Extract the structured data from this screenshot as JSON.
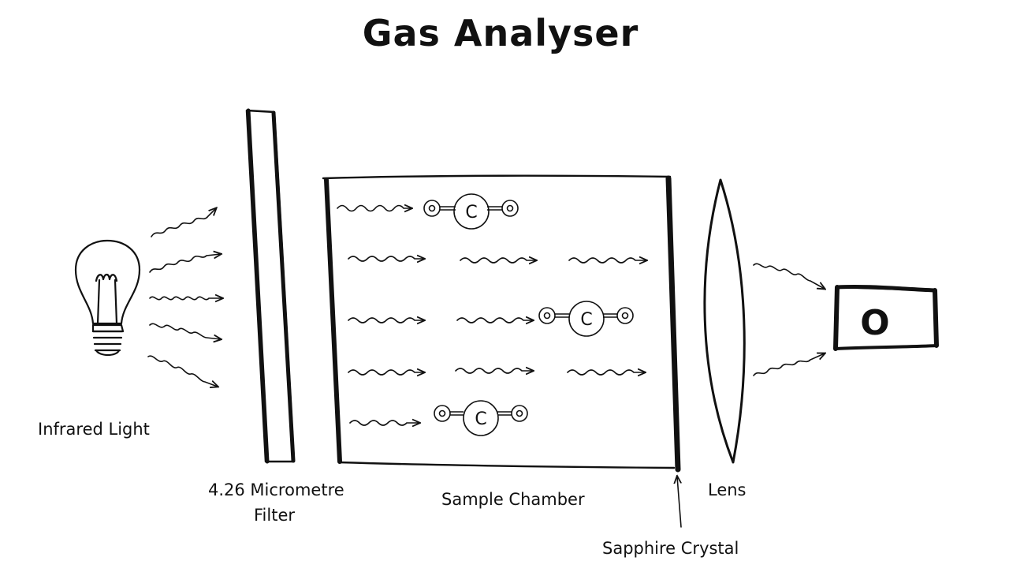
{
  "title": "Gas Analyser",
  "labels": {
    "infrared_light": "Infrared Light",
    "filter_line1": "4.26 Micrometre",
    "filter_line2": "Filter",
    "sample_chamber": "Sample Chamber",
    "lens": "Lens",
    "sapphire_crystal": "Sapphire Crystal"
  },
  "molecule": {
    "center_atom": "C",
    "outer_atom": "O"
  },
  "detector_symbol": "O",
  "colors": {
    "ink": "#111111",
    "background": "#ffffff"
  }
}
